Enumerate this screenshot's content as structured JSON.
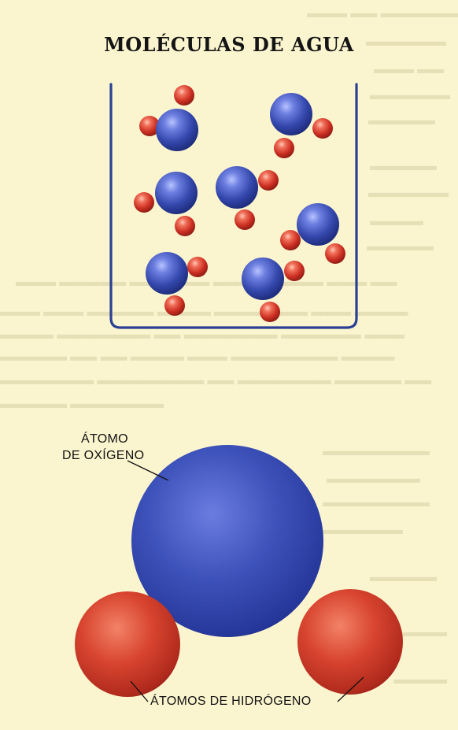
{
  "diagram": {
    "title": "MOLÉCULAS DE AGUA",
    "oxygen_label_line1": "ÁTOMO",
    "oxygen_label_line2": "DE OXÍGENO",
    "hydrogen_label": "ÁTOMOS DE HIDRÓGENO"
  },
  "colors": {
    "page_background": "#fbf5cf",
    "container_line": "#2a3f95",
    "oxygen": "#3a4fb5",
    "hydrogen": "#d83a2c"
  },
  "icons": {
    "oxygen_atom": "oxygen-atom-icon",
    "hydrogen_atom": "hydrogen-atom-icon",
    "container": "beaker-icon"
  }
}
